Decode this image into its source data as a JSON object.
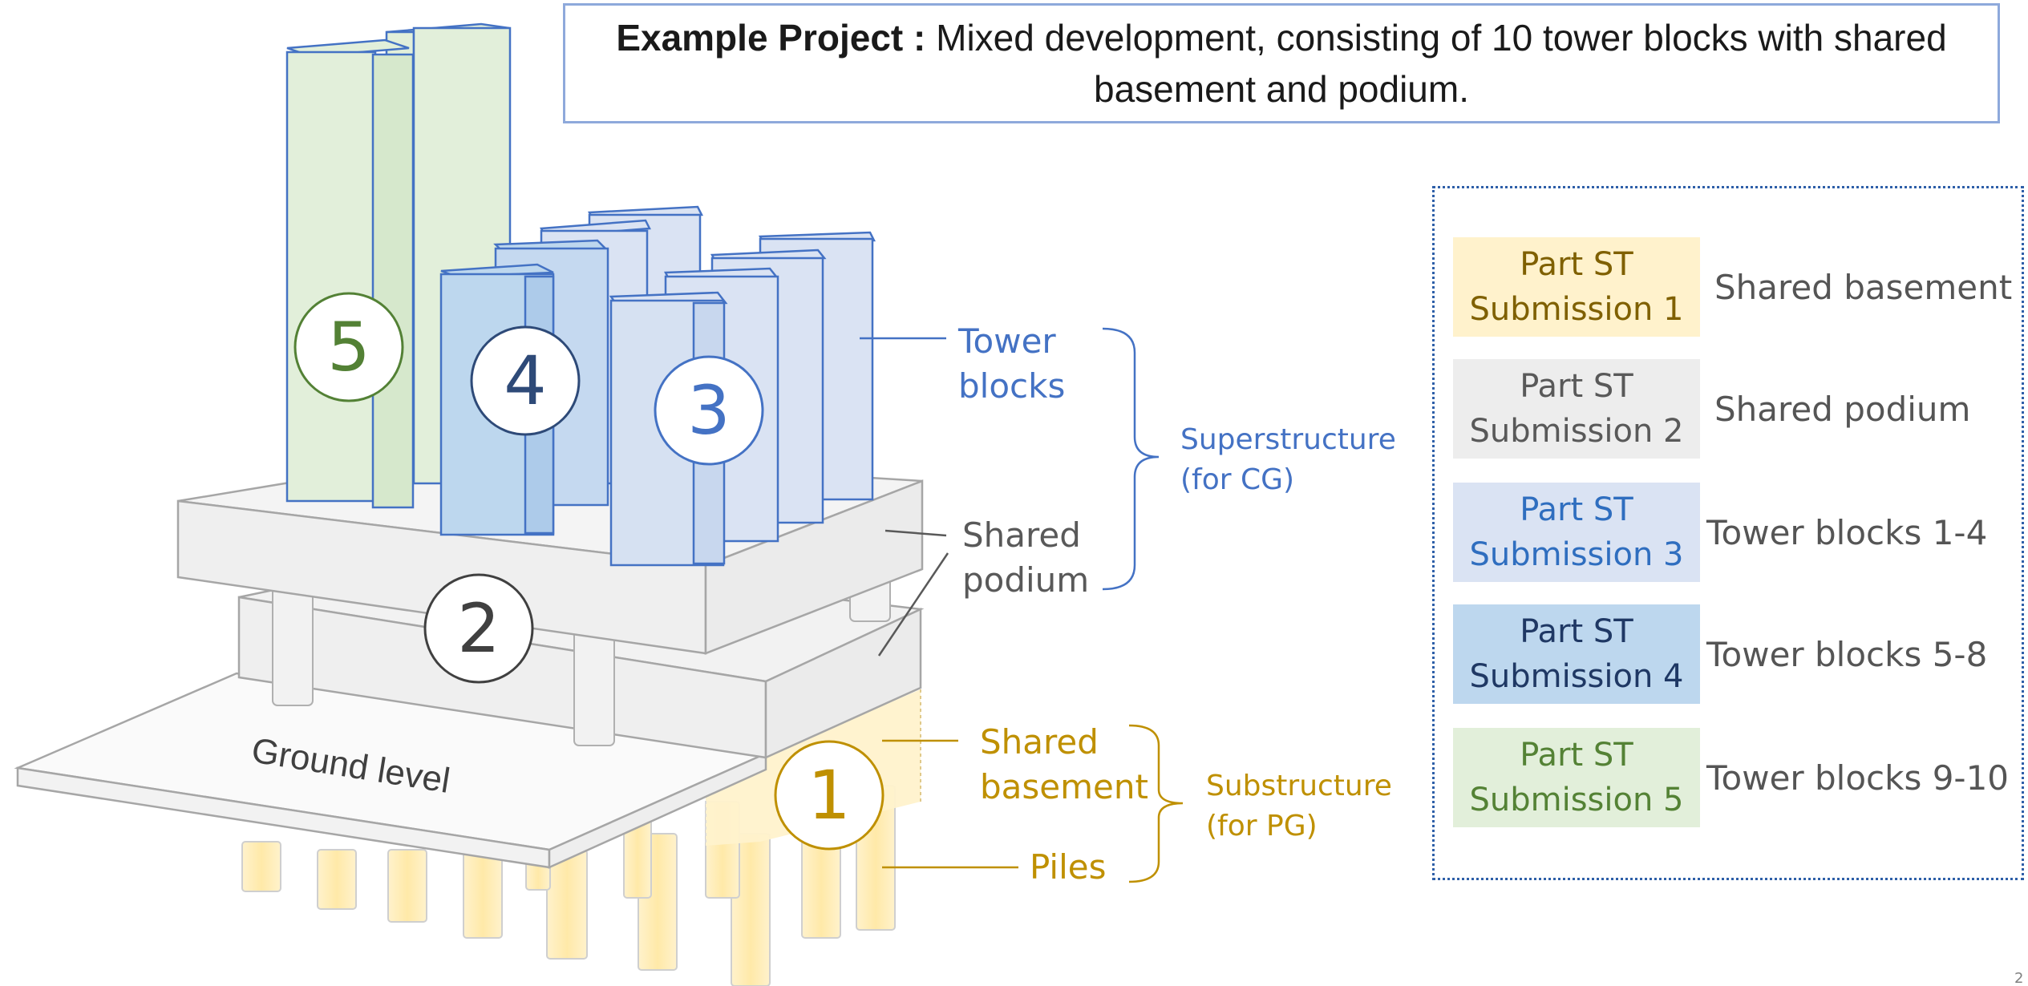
{
  "title": {
    "bold": "Example Project :",
    "text": " Mixed development, consisting of 10 tower blocks with shared basement and podium."
  },
  "diagram": {
    "ground_label": "Ground level",
    "numbers": [
      "5",
      "4",
      "3",
      "2",
      "1"
    ],
    "labels": {
      "tower_line1": "Tower",
      "tower_line2": "blocks",
      "podium_line1": "Shared",
      "podium_line2": "podium",
      "basement_line1": "Shared",
      "basement_line2": "basement",
      "piles": "Piles",
      "super_line1": "Superstructure",
      "super_line2": "(for CG)",
      "sub_line1": "Substructure",
      "sub_line2": "(for PG)"
    }
  },
  "submissions": [
    {
      "line1": "Part ST",
      "line2": "Submission 1",
      "desc": "Shared basement",
      "bg": "#fff2cc",
      "fg": "#7f6000"
    },
    {
      "line1": "Part ST",
      "line2": "Submission 2",
      "desc": "Shared podium",
      "bg": "#ededed",
      "fg": "#595959"
    },
    {
      "line1": "Part ST",
      "line2": "Submission 3",
      "desc": "Tower blocks 1-4",
      "bg": "#dae3f3",
      "fg": "#2f6ebf"
    },
    {
      "line1": "Part ST",
      "line2": "Submission 4",
      "desc": "Tower blocks 5-8",
      "bg": "#bdd7ee",
      "fg": "#1f3864"
    },
    {
      "line1": "Part ST",
      "line2": "Submission 5",
      "desc": "Tower blocks 9-10",
      "bg": "#e2efda",
      "fg": "#548235"
    }
  ],
  "page_number": "2",
  "colors": {
    "gold": "#bf9000",
    "blue": "#4472c4",
    "grey": "#595959",
    "green": "#538135"
  }
}
